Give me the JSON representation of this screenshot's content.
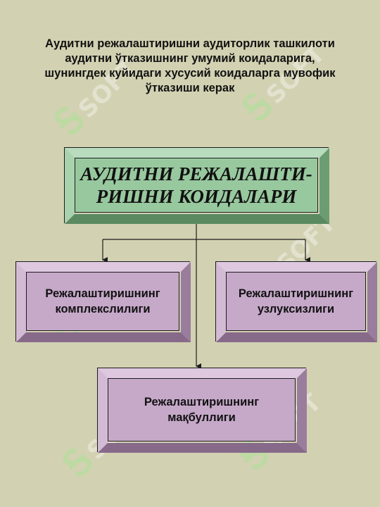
{
  "intro_lines": [
    "Аудитни режалаштиришни аудиторлик ташкилоти",
    "аудитни ўтказишнинг умумий коидаларига,",
    "шунингдек куйидаги хусусий коидаларга мувофик",
    "ўтказиши керак"
  ],
  "main_box": {
    "line1": "АУДИТНИ РЕЖАЛАШТИ-",
    "line2": "РИШНИ  КОИДАЛАРИ"
  },
  "boxes": {
    "left": {
      "line1": "Режалаштиришнинг",
      "line2": "комплекслилиги"
    },
    "right": {
      "line1": "Режалаштиришнинг",
      "line2": "узлуксизлиги"
    },
    "bottom": {
      "line1": "Режалаштиришнинг",
      "line2": "мақбуллиги"
    }
  },
  "watermark": "SOFT",
  "colors": {
    "background": "#d2d1b2",
    "main_box": "#98c89e",
    "sub_box": "#c6a8c9",
    "line": "#1d1d1d"
  }
}
